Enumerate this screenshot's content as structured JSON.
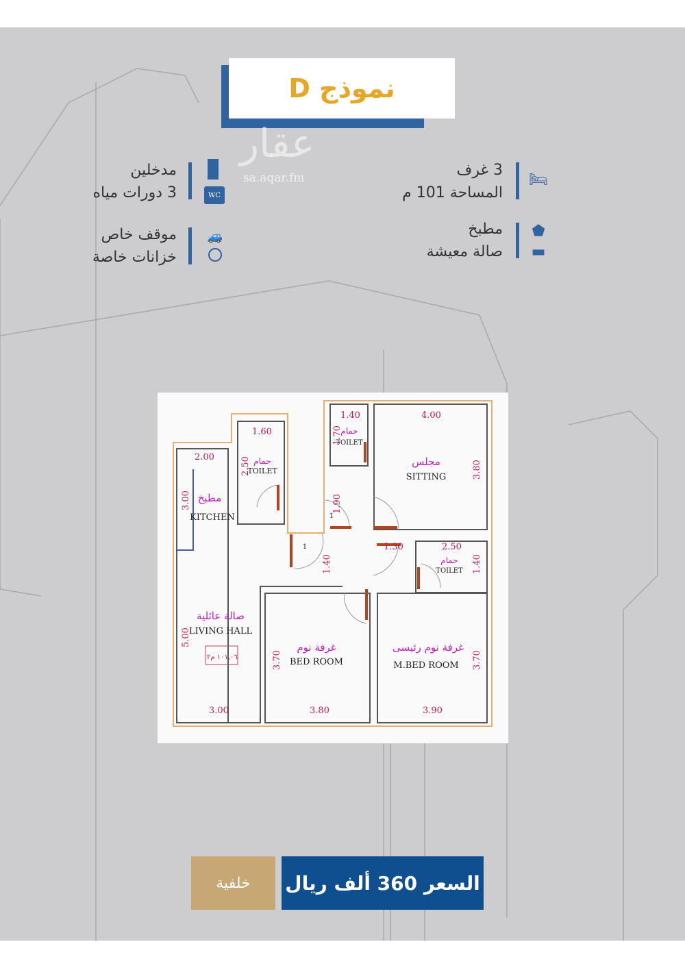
{
  "title": "نموذج D",
  "watermark": {
    "logo": "عقار",
    "url": "sa.aqar.fm"
  },
  "features": {
    "rooms": "3 غرف",
    "area": "المساحة 101 م",
    "kitchen": "مطبخ",
    "living": "صالة معيشة",
    "entrances": "مدخلين",
    "bathrooms": "3 دورات مياه",
    "parking": "موقف خاص",
    "tanks": "خزانات خاصة",
    "wc_icon_text": "WC"
  },
  "icons": [
    "bed-icon",
    "apron-icon",
    "sofa-icon",
    "door-icon",
    "wc-icon",
    "car-icon",
    "water-tank-icon"
  ],
  "plan": {
    "rooms": {
      "toilet_left": {
        "ar": "حمام",
        "en": "TOILET"
      },
      "toilet_top": {
        "ar": "حمام",
        "en": "TOILET"
      },
      "toilet_right": {
        "ar": "حمام",
        "en": "TOILET"
      },
      "kitchen": {
        "ar": "مطبخ",
        "en": "KITCHEN"
      },
      "sitting": {
        "ar": "مجلس",
        "en": "SITTING"
      },
      "living": {
        "ar": "صالة عائلية",
        "en": "LIVING HALL"
      },
      "bed": {
        "ar": "غرفة نوم",
        "en": "BED ROOM"
      },
      "mbed": {
        "ar": "غرفة نوم رئيسى",
        "en": "M.BED ROOM"
      }
    },
    "area_label": "١٠١,٠٦ م٢",
    "door_num": "1",
    "dims": {
      "d160": "1.60",
      "d250a": "2.50",
      "d200": "2.00",
      "d300a": "3.00",
      "d140a": "1.40",
      "d170": "1.70",
      "d400": "4.00",
      "d380a": "3.80",
      "d190": "1.90",
      "d130": "1.30",
      "d250b": "2.50",
      "d140b": "1.40",
      "d140c": "1.40",
      "d500": "5.00",
      "d370a": "3.70",
      "d370b": "3.70",
      "d300b": "3.00",
      "d380b": "3.80",
      "d390": "3.90"
    }
  },
  "buttons": {
    "background": "خلفية",
    "price": "السعر 360 ألف ريال"
  },
  "colors": {
    "accent": "#2f64a0",
    "title": "#e8a526",
    "price_bg": "#0f4f8f",
    "bg_btn": "#c7a874"
  }
}
